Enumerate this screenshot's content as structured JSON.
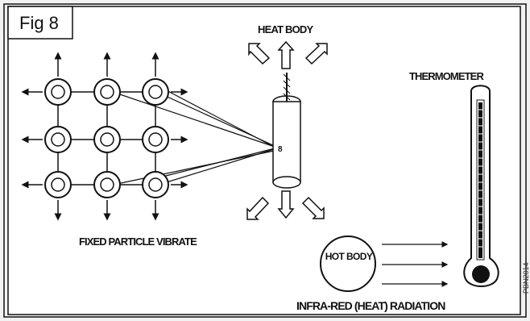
{
  "figure": {
    "label": "Fig 8",
    "heat_body_title": "HEAT BODY",
    "thermometer_title": "THERMOMETER",
    "fixed_particles_caption": "FIXED PARTICLE VIBRATE",
    "hot_body_text": "HOT BODY",
    "radiation_caption": "INFRA-RED (HEAT) RADIATION",
    "code": "PBN2014"
  },
  "colors": {
    "background": "#f2f2f2",
    "ink": "#111111",
    "panel": "#ffffff"
  },
  "icons": {
    "arrow": "arrow-icon",
    "particle": "particle-icon",
    "thermometer": "thermometer-icon",
    "hot_body": "hot-body-icon"
  }
}
